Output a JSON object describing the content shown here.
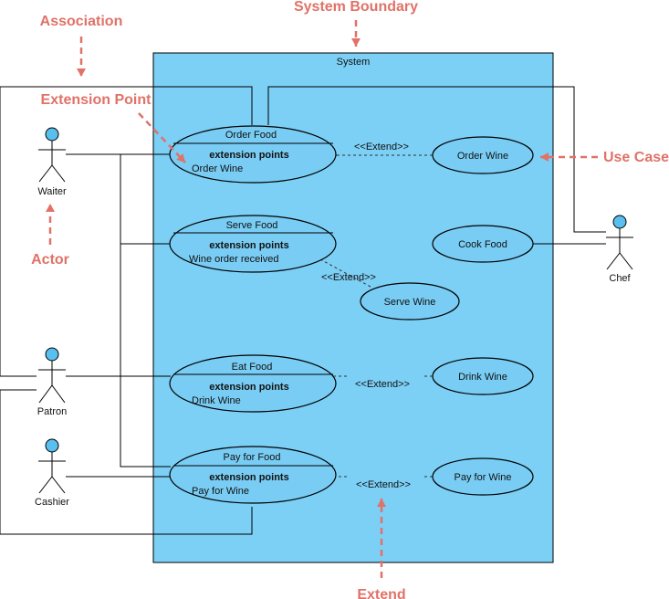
{
  "colors": {
    "system_fill": "#7ccff5",
    "usecase_fill": "#79cdf4",
    "actor_head": "#58bfef",
    "annotation": "#e07268"
  },
  "system": {
    "title": "System"
  },
  "use_cases": {
    "order_food": {
      "name": "Order Food",
      "ep_title": "extension points",
      "ep_value": "Order Wine"
    },
    "serve_food": {
      "name": "Serve Food",
      "ep_title": "extension points",
      "ep_value": "Wine order received"
    },
    "eat_food": {
      "name": "Eat Food",
      "ep_title": "extension points",
      "ep_value": "Drink Wine"
    },
    "pay_food": {
      "name": "Pay for Food",
      "ep_title": "extension points",
      "ep_value": "Pay for Wine"
    },
    "order_wine": {
      "name": "Order Wine"
    },
    "cook_food": {
      "name": "Cook Food"
    },
    "serve_wine": {
      "name": "Serve Wine"
    },
    "drink_wine": {
      "name": "Drink Wine"
    },
    "pay_wine": {
      "name": "Pay for Wine"
    }
  },
  "extend_label": "<<Extend>>",
  "actors": {
    "waiter": "Waiter",
    "patron": "Patron",
    "cashier": "Cashier",
    "chef": "Chef"
  },
  "annotations": {
    "association": "Association",
    "system_boundary": "System Boundary",
    "extension_point": "Extension Point",
    "use_case": "Use Case",
    "actor": "Actor",
    "extend": "Extend"
  }
}
